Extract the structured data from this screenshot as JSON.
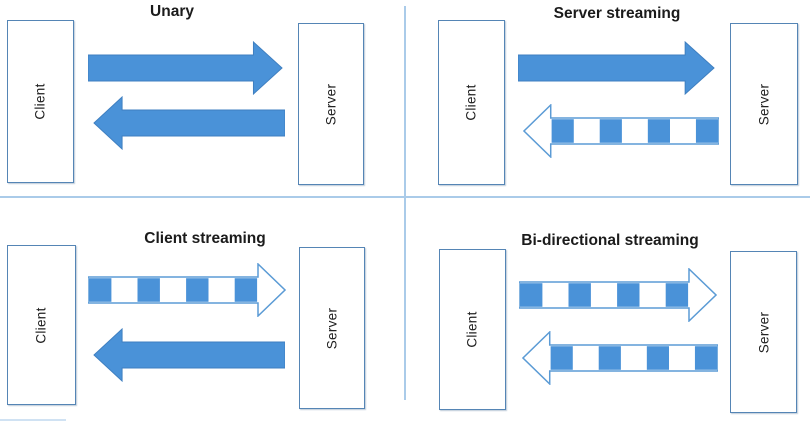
{
  "colors": {
    "arrow-blue": "#4a92d8",
    "arrow-border": "#3f7fc0",
    "stripe-outline": "#5b9bd5",
    "box-border": "#5585b5",
    "divider": "#aacbe9",
    "title-color": "#1b1b1b",
    "label-color": "#222222"
  },
  "diagram": {
    "quadrants": [
      {
        "title": "Unary",
        "client_label": "Client",
        "server_label": "Server",
        "request_arrow": "solid-right",
        "response_arrow": "solid-left"
      },
      {
        "title": "Server streaming",
        "client_label": "Client",
        "server_label": "Server",
        "request_arrow": "solid-right",
        "response_arrow": "striped-left"
      },
      {
        "title": "Client streaming",
        "client_label": "Client",
        "server_label": "Server",
        "request_arrow": "striped-right",
        "response_arrow": "solid-left"
      },
      {
        "title": "Bi-directional streaming",
        "client_label": "Client",
        "server_label": "Server",
        "request_arrow": "striped-right",
        "response_arrow": "striped-left"
      }
    ]
  }
}
